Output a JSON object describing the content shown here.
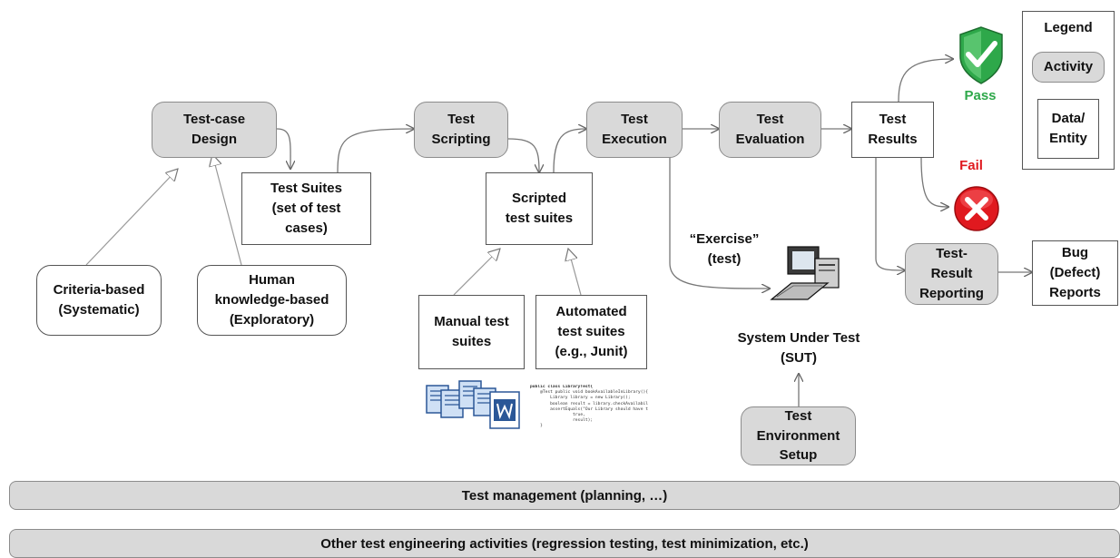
{
  "nodes": {
    "test_case_design": "Test-case\nDesign",
    "test_scripting": "Test\nScripting",
    "test_execution": "Test\nExecution",
    "test_evaluation": "Test\nEvaluation",
    "test_result_reporting": "Test-\nResult\nReporting",
    "test_environment_setup": "Test\nEnvironment\nSetup",
    "test_suites": "Test Suites\n(set of test\ncases)",
    "scripted_test_suites": "Scripted\ntest suites",
    "manual_test_suites": "Manual test\nsuites",
    "automated_test_suites": "Automated\ntest suites\n(e.g., Junit)",
    "test_results": "Test\nResults",
    "bug_reports": "Bug\n(Defect)\nReports",
    "criteria_based": "Criteria-based\n(Systematic)",
    "human_knowledge_based": "Human\nknowledge-based\n(Exploratory)"
  },
  "labels": {
    "pass": "Pass",
    "fail": "Fail",
    "exercise": "“Exercise”\n(test)",
    "sut": "System Under Test\n(SUT)"
  },
  "legend": {
    "title": "Legend",
    "activity": "Activity",
    "data_entity": "Data/\nEntity"
  },
  "bars": {
    "test_management": "Test management (planning, …)",
    "other_activities": "Other test engineering activities (regression testing, test minimization, etc.)"
  },
  "code_snippet": [
    "public class LibraryTest{",
    "",
    "    @Test public void bookAvailableInLibrary(){",
    "        Library library = new Library();",
    "        boolean result = library.checkAvailabil",
    "        assertEquals(\"Our Library should have t",
    "                 true,",
    "                 result);",
    "    }"
  ],
  "colors": {
    "activity_fill": "#d9d9d9",
    "entity_fill": "#ffffff",
    "pass": "#2ea84a",
    "fail": "#e0191f",
    "arrow": "#666666"
  },
  "icons": [
    "check-shield-icon",
    "x-circle-icon",
    "computer-icon",
    "word-documents-icon"
  ]
}
